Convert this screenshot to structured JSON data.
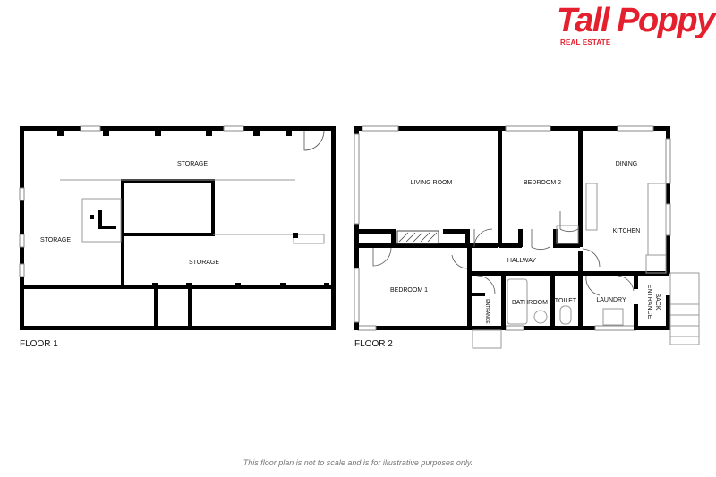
{
  "logo": {
    "brand": "Tall Poppy",
    "sub": "REAL ESTATE",
    "color": "#e5202e"
  },
  "floor1": {
    "label": "FLOOR 1",
    "rooms": [
      "STORAGE",
      "STORAGE",
      "STORAGE"
    ]
  },
  "floor2": {
    "label": "FLOOR 2",
    "rooms": {
      "living": "LIVING ROOM",
      "bedroom2": "BEDROOM 2",
      "dining": "DINING",
      "kitchen": "KITCHEN",
      "hallway": "HALLWAY",
      "bedroom1": "BEDROOM 1",
      "entrance": "ENTRANCE",
      "bathroom": "BATHROOM",
      "toilet": "TOILET",
      "laundry": "LAUNDRY",
      "back_entrance_1": "BACK",
      "back_entrance_2": "ENTRANCE"
    }
  },
  "disclaimer": "This floor plan is not to scale and is for illustrative purposes only."
}
